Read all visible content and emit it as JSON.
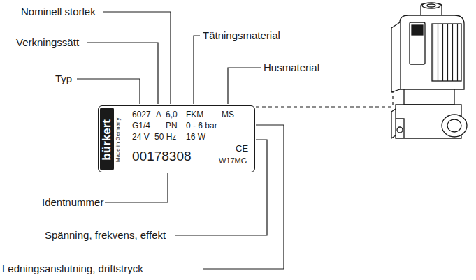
{
  "diagram": {
    "nodes": [
      {
        "text": [
          "bürkert",
          "Made in Germany",
          "6027",
          "A",
          "6,0",
          "FKM",
          "MS",
          "G1/4",
          "PN",
          "0 - 6 bar",
          "24 V",
          "50 Hz",
          "16 W",
          "CE",
          "00178308",
          "W17MG"
        ]
      }
    ],
    "labels": [
      "Nominell storlek",
      "Verkningssätt",
      "Tätningsmaterial",
      "Typ",
      "Husmaterial",
      "Identnummer",
      "Spänning, frekvens, effekt",
      "Ledningsanslutning, driftstryck"
    ]
  }
}
